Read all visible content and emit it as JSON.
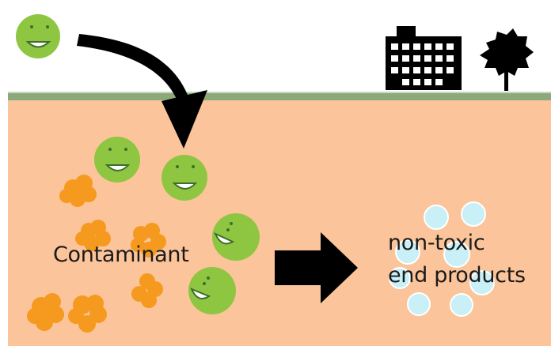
{
  "labels": {
    "contaminant": "Contaminant",
    "products_line1": "non-toxic",
    "products_line2": "end products"
  },
  "icons": {
    "building": "building-icon",
    "tree": "tree-icon",
    "microbe": "microbe-icon",
    "arrow": "arrow-icon"
  },
  "colors": {
    "soil": "#fbc49a",
    "ground_line": "#8da97b",
    "microbe_fill": "#8fc641",
    "microbe_face": "#3f6d2a",
    "contaminant": "#f59a1e",
    "product_bubble": "#c9eff7",
    "arrow": "#000000"
  }
}
